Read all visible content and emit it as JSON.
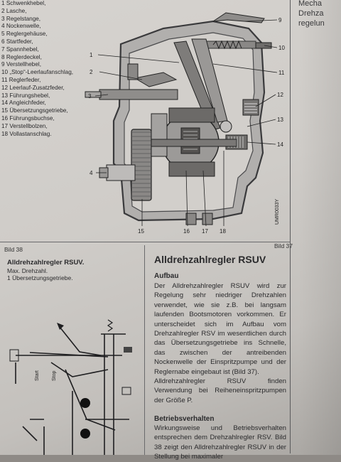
{
  "legend": [
    "1 Schwenkhebel,",
    "2 Lasche,",
    "3 Regelstange,",
    "4 Nockenwelle,",
    "5 Reglergehäuse,",
    "6 Startfeder,",
    "7 Spannhebel,",
    "8 Reglerdeckel,",
    "9 Verstellhebel,",
    "10 „Stop“-Leerlaufanschlag,",
    "11 Reglerfeder,",
    "12 Leerlauf-Zusatzfeder,",
    "13 Führungshebel,",
    "14 Angleichfeder,",
    "15 Übersetzungsgetriebe,",
    "16 Führungsbuchse,",
    "17 Verstellbolzen,",
    "18 Vollastanschlag."
  ],
  "right_column": [
    "Mecha",
    "Drehza",
    "regelun"
  ],
  "figure37": {
    "caption": "Bild 37",
    "code": "UMR0033Y",
    "callouts": [
      "1",
      "2",
      "3",
      "4",
      "9",
      "10",
      "11",
      "12",
      "13",
      "14",
      "15",
      "16",
      "17",
      "18"
    ]
  },
  "figure38": {
    "caption": "Bild 38",
    "title": "Alldrehzahlregler RSUV.",
    "line1": "Max. Drehzahl.",
    "line2": "1 Übersetzungsgetriebe.",
    "label_start": "Start",
    "label_stop": "Stop"
  },
  "article": {
    "title": "Alldrehzahlregler RSUV",
    "section1_heading": "Aufbau",
    "section1_text": "Der Alldrehzahlregler RSUV wird zur Regelung sehr niedriger Drehzahlen verwendet, wie sie z.B. bei langsam laufenden Bootsmotoren vorkommen. Er unterscheidet sich im Aufbau vom Drehzahlregler RSV im wesentlichen durch das Übersetzungsgetriebe ins Schnelle, das zwischen der antreibenden Nockenwelle der Einspritzpumpe und der Reglernabe eingebaut ist (Bild 37).",
    "section1_text2": "Alldrehzahlregler RSUV finden Verwendung bei Reiheneinspritzpumpen der Größe P.",
    "section2_heading": "Betriebsverhalten",
    "section2_text": "Wirkungsweise und Betriebsverhalten entsprechen dem Drehzahlregler RSV. Bild 38 zeigt den Alldrehzahlregler RSUV in der Stellung bei maximaler"
  },
  "colors": {
    "paper": "#d3d0cc",
    "ink": "#2a2a2c",
    "housing_fill": "#a9a7a5"
  }
}
